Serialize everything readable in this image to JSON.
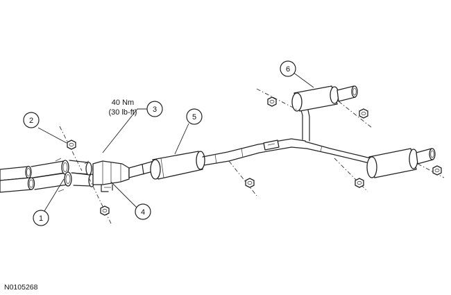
{
  "callouts": [
    {
      "id": "1",
      "label": "1"
    },
    {
      "id": "2",
      "label": "2"
    },
    {
      "id": "3",
      "label": "3"
    },
    {
      "id": "4",
      "label": "4"
    },
    {
      "id": "5",
      "label": "5"
    },
    {
      "id": "6",
      "label": "6"
    }
  ],
  "torque": {
    "metric": "40 Nm",
    "imperial": "(30 lb-ft)"
  },
  "reference_number": "N0105268"
}
